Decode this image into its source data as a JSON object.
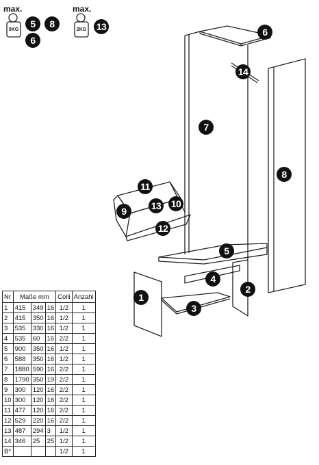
{
  "weights": [
    {
      "max": "max.",
      "weight": "5KG",
      "parts": [
        "5",
        "8",
        "6"
      ]
    },
    {
      "max": "max.",
      "weight": "2KG",
      "parts": [
        "13"
      ]
    }
  ],
  "callouts": [
    "1",
    "2",
    "3",
    "4",
    "5",
    "6",
    "7",
    "8",
    "9",
    "10",
    "11",
    "12",
    "13",
    "14"
  ],
  "table": {
    "headers": [
      "Nr",
      "Maße mm",
      "Colli",
      "Anzahl"
    ],
    "rows": [
      [
        "1",
        "415",
        "349",
        "16",
        "1/2",
        "1"
      ],
      [
        "2",
        "415",
        "350",
        "16",
        "1/2",
        "1"
      ],
      [
        "3",
        "535",
        "330",
        "16",
        "1/2",
        "1"
      ],
      [
        "4",
        "535",
        "60",
        "16",
        "2/2",
        "1"
      ],
      [
        "5",
        "900",
        "350",
        "16",
        "1/2",
        "1"
      ],
      [
        "6",
        "588",
        "350",
        "16",
        "1/2",
        "1"
      ],
      [
        "7",
        "1880",
        "590",
        "16",
        "2/2",
        "1"
      ],
      [
        "8",
        "1790",
        "350",
        "19",
        "2/2",
        "1"
      ],
      [
        "9",
        "300",
        "120",
        "16",
        "2/2",
        "1"
      ],
      [
        "10",
        "300",
        "120",
        "16",
        "2/2",
        "1"
      ],
      [
        "11",
        "477",
        "120",
        "16",
        "2/2",
        "1"
      ],
      [
        "12",
        "529",
        "220",
        "16",
        "2/2",
        "1"
      ],
      [
        "13",
        "487",
        "294",
        "3",
        "1/2",
        "1"
      ],
      [
        "14",
        "346",
        "25",
        "25",
        "1/2",
        "1"
      ],
      [
        "B*",
        "",
        "",
        "",
        "1/2",
        "1"
      ]
    ]
  }
}
